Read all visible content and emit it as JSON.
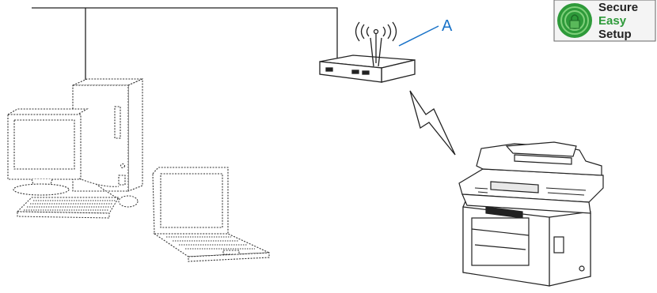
{
  "callout": {
    "label": "A"
  },
  "logo": {
    "line1": "Secure",
    "line2": "Easy",
    "line3": "Setup",
    "icon": "lock-signal-icon"
  },
  "colors": {
    "callout": "#1a73c8",
    "logo_green": "#2e9a3a",
    "line": "#222222"
  }
}
